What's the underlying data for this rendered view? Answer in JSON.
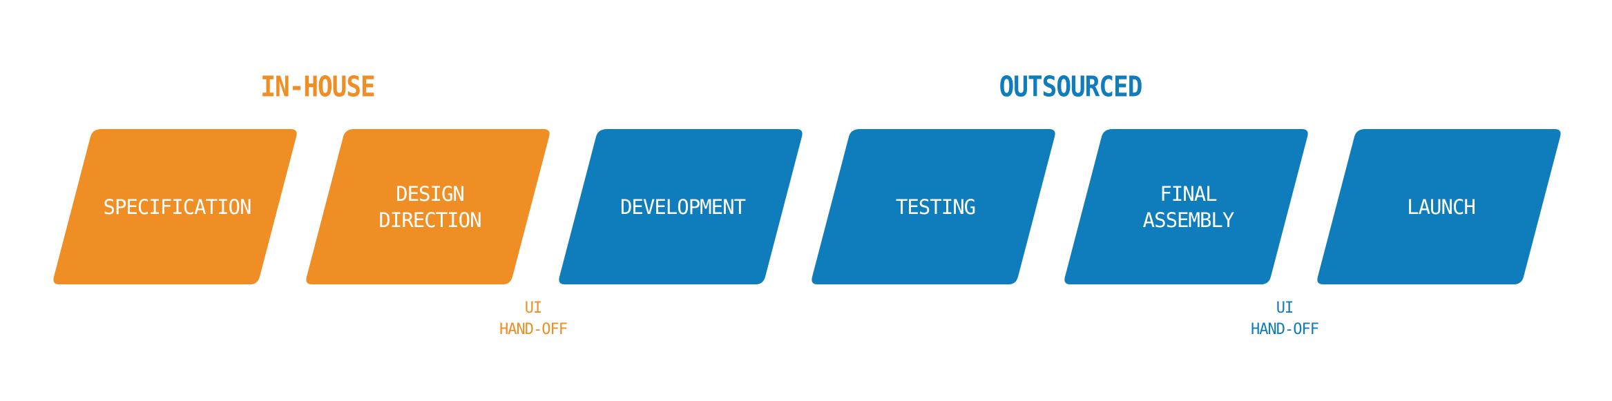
{
  "colors": {
    "in_house": "#EF8E24",
    "outsourced": "#0F7CBB",
    "text_on_shape": "#FFFFFF"
  },
  "groups": [
    {
      "label": "IN-HOUSE",
      "color": "#EF8E24"
    },
    {
      "label": "OUTSOURCED",
      "color": "#0F7CBB"
    }
  ],
  "steps": [
    {
      "label": "SPECIFICATION",
      "group": "in_house",
      "color": "#EF8E24"
    },
    {
      "label": "DESIGN\nDIRECTION",
      "group": "in_house",
      "color": "#EF8E24"
    },
    {
      "label": "DEVELOPMENT",
      "group": "outsourced",
      "color": "#0F7CBB"
    },
    {
      "label": "TESTING",
      "group": "outsourced",
      "color": "#0F7CBB"
    },
    {
      "label": "FINAL\nASSEMBLY",
      "group": "outsourced",
      "color": "#0F7CBB"
    },
    {
      "label": "LAUNCH",
      "group": "outsourced",
      "color": "#0F7CBB"
    }
  ],
  "handoffs": [
    {
      "label": "UI\nHAND-OFF",
      "color": "#EF8E24",
      "after_step": 2
    },
    {
      "label": "UI\nHAND-OFF",
      "color": "#0F7CBB",
      "after_step": 5
    }
  ]
}
